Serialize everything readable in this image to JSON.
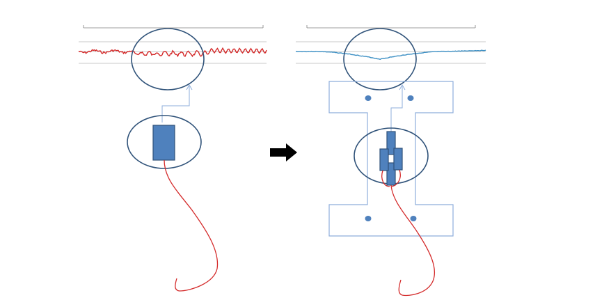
{
  "colors": {
    "background": "#ffffff",
    "grid_line": "#c8c8c8",
    "frame_line": "#7f7f7f",
    "noisy_signal": "#d42a2a",
    "clean_signal": "#3c8fc4",
    "circle_outline": "#2f5279",
    "sensor_fill": "#4f81bd",
    "sensor_stroke": "#2f5279",
    "connector_line": "#8eaedb",
    "holder_outline": "#8eaedb",
    "mount_hole": "#4f81bd",
    "cable": "#d42a2a",
    "arrow": "#000000"
  },
  "icons": {
    "transition": "arrow-right-icon",
    "sensor": "strain-gauge-icon",
    "holder": "i-beam-holder-icon"
  },
  "panels": {
    "before": {
      "signal": "noisy",
      "sensor_count": 1
    },
    "after": {
      "signal": "smooth",
      "sensor_count": 2,
      "mount_holes": 4
    }
  }
}
